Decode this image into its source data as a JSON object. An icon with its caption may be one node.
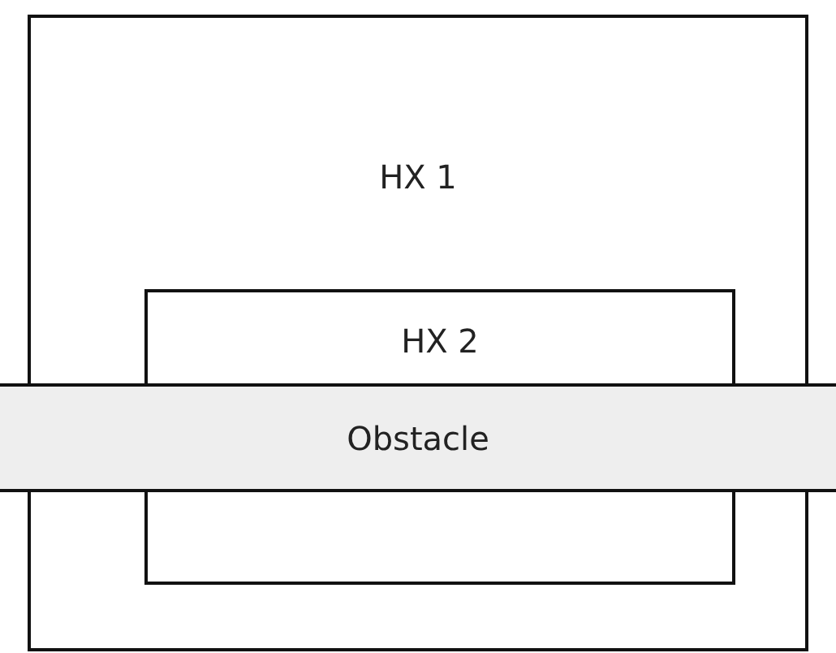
{
  "diagram": {
    "nodes": [
      {
        "text": [
          "HX 1"
        ]
      },
      {
        "text": [
          "HX 2"
        ],
        "in": 0
      },
      {
        "text": [
          "Obstacle"
        ]
      }
    ]
  }
}
